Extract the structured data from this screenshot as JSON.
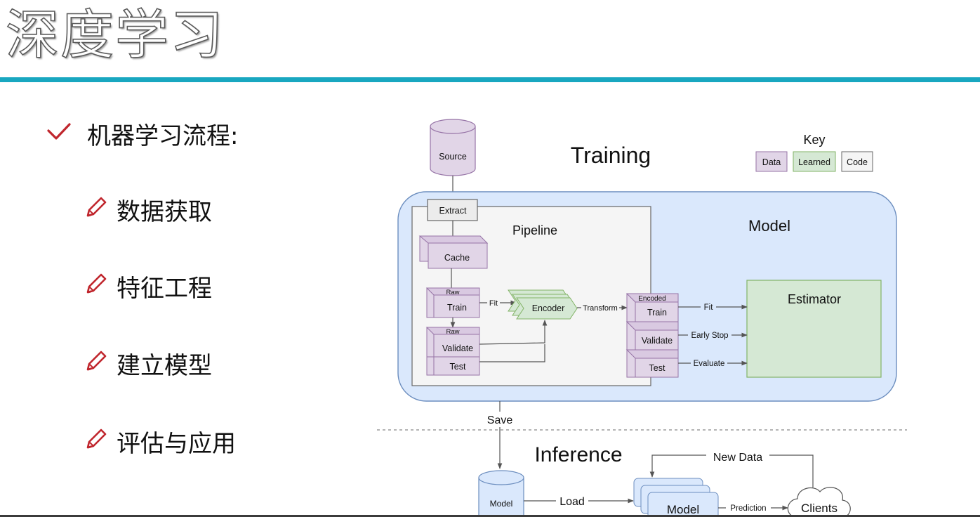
{
  "slide": {
    "title": "深度学习",
    "main_bullet": "机器学习流程:",
    "steps": [
      "数据获取",
      "特征工程",
      "建立模型",
      "评估与应用"
    ]
  },
  "diagram": {
    "training_title": "Training",
    "inference_title": "Inference",
    "key": {
      "title": "Key",
      "items": [
        "Data",
        "Learned",
        "Code"
      ]
    },
    "source": "Source",
    "extract": "Extract",
    "pipeline": "Pipeline",
    "model": "Model",
    "cache": "Cache",
    "raw_train": {
      "tag": "Raw",
      "label": "Train"
    },
    "raw_validate": {
      "tag": "Raw",
      "label": "Validate"
    },
    "raw_test": "Test",
    "fit_label": "Fit",
    "encoder": "Encoder",
    "transform": "Transform",
    "encoded_train": {
      "tag": "Encoded",
      "label": "Train"
    },
    "encoded_validate": "Validate",
    "encoded_test": "Test",
    "fit_arrow": "Fit",
    "early_stop": "Early Stop",
    "evaluate": "Evaluate",
    "estimator": "Estimator",
    "save": "Save",
    "new_data": "New Data",
    "model_store": "Model",
    "load": "Load",
    "inference_model": "Model",
    "prediction": "Prediction",
    "clients": "Clients"
  },
  "colors": {
    "title_rule": "#19a7c0",
    "data_fill": "#e1d5e7",
    "data_stroke": "#9673a6",
    "learned_fill": "#d5e8d4",
    "learned_stroke": "#82b366",
    "code_fill": "#f5f5f5",
    "code_stroke": "#666666",
    "model_fill": "#dae8fc",
    "model_stroke": "#6c8ebf",
    "bullet_red": "#c0262d"
  },
  "icons": {
    "main_bullet": "check-icon",
    "sub_bullet": "pencil-icon"
  }
}
